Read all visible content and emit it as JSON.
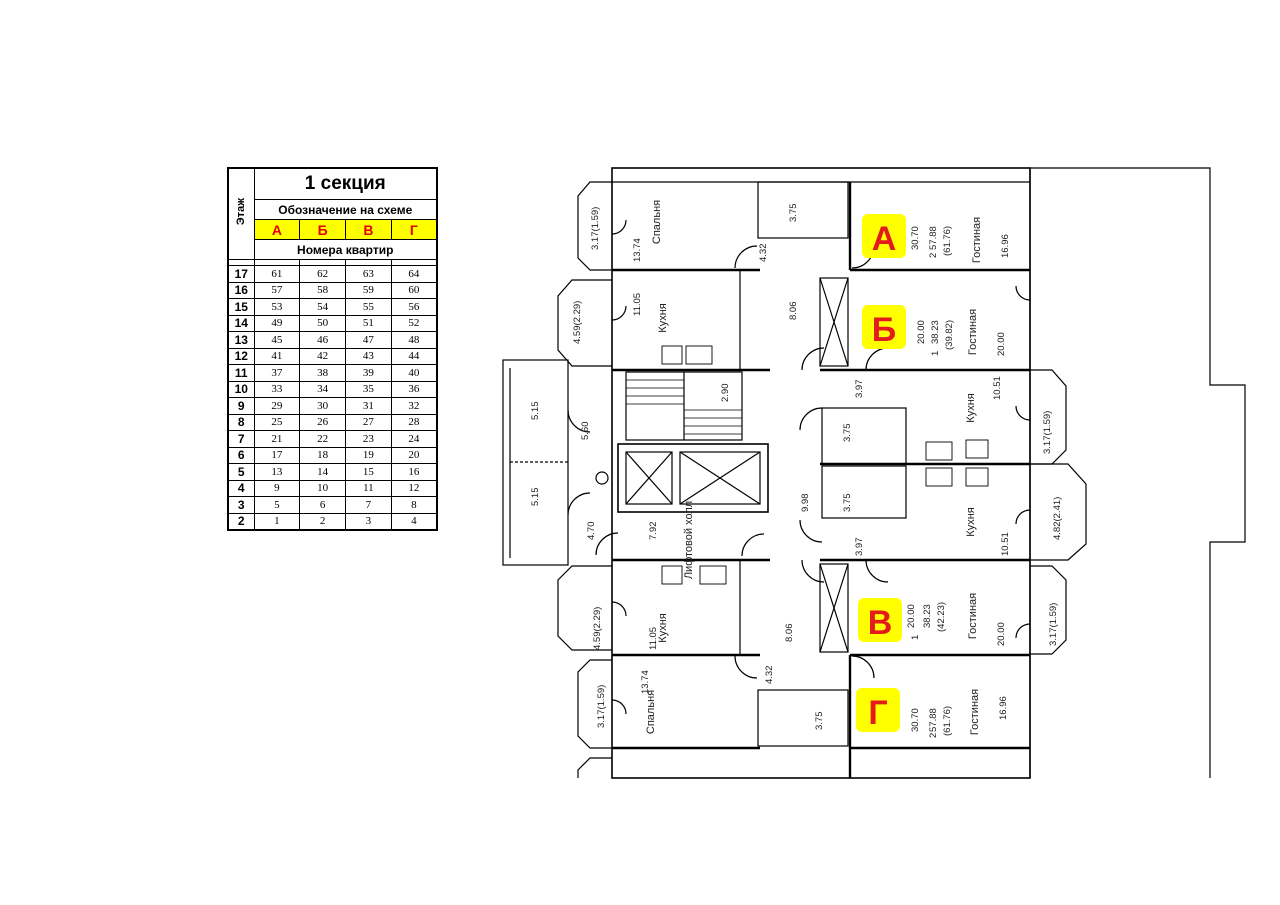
{
  "table": {
    "title": "1 секция",
    "floor_header": "Этаж",
    "designation_label": "Обозначение на схеме",
    "letters": [
      "А",
      "Б",
      "В",
      "Г"
    ],
    "numbers_label": "Номера квартир",
    "rows": [
      {
        "floor": "17",
        "apts": [
          "61",
          "62",
          "63",
          "64"
        ]
      },
      {
        "floor": "16",
        "apts": [
          "57",
          "58",
          "59",
          "60"
        ]
      },
      {
        "floor": "15",
        "apts": [
          "53",
          "54",
          "55",
          "56"
        ]
      },
      {
        "floor": "14",
        "apts": [
          "49",
          "50",
          "51",
          "52"
        ]
      },
      {
        "floor": "13",
        "apts": [
          "45",
          "46",
          "47",
          "48"
        ]
      },
      {
        "floor": "12",
        "apts": [
          "41",
          "42",
          "43",
          "44"
        ]
      },
      {
        "floor": "11",
        "apts": [
          "37",
          "38",
          "39",
          "40"
        ]
      },
      {
        "floor": "10",
        "apts": [
          "33",
          "34",
          "35",
          "36"
        ]
      },
      {
        "floor": "9",
        "apts": [
          "29",
          "30",
          "31",
          "32"
        ]
      },
      {
        "floor": "8",
        "apts": [
          "25",
          "26",
          "27",
          "28"
        ]
      },
      {
        "floor": "7",
        "apts": [
          "21",
          "22",
          "23",
          "24"
        ]
      },
      {
        "floor": "6",
        "apts": [
          "17",
          "18",
          "19",
          "20"
        ]
      },
      {
        "floor": "5",
        "apts": [
          "13",
          "14",
          "15",
          "16"
        ]
      },
      {
        "floor": "4",
        "apts": [
          "9",
          "10",
          "11",
          "12"
        ]
      },
      {
        "floor": "3",
        "apts": [
          "5",
          "6",
          "7",
          "8"
        ]
      },
      {
        "floor": "2",
        "apts": [
          "1",
          "2",
          "3",
          "4"
        ]
      }
    ]
  },
  "plan": {
    "markers": {
      "a": "А",
      "b": "Б",
      "v": "В",
      "g": "Г"
    },
    "marker_color": "#e31b1b",
    "highlight_color": "#ffff00",
    "rooms": {
      "bedroom": "Спальня",
      "kitchen": "Кухня",
      "living": "Гостиная",
      "hall": "Лифтовой холл"
    },
    "apt_a": {
      "rooms": "2",
      "living_area": "30.70",
      "total_area": "57.88",
      "area_with_balcony": "(61.76)",
      "living_room_area": "16.96"
    },
    "apt_b": {
      "rooms": "1",
      "living_area": "20.00",
      "total_area": "38.23",
      "area_with_balcony": "(39.82)",
      "living_room_area": "20.00"
    },
    "apt_v": {
      "rooms": "1",
      "living_area": "20.00",
      "total_area": "38.23",
      "area_with_balcony": "(42.23)",
      "living_room_area": "20.00"
    },
    "apt_g": {
      "rooms": "2",
      "living_area": "30.70",
      "total_area": "57.88",
      "area_with_balcony": "(61.76)",
      "living_room_area": "16.96"
    },
    "dims": {
      "bedroom_a": "13.74",
      "balcony_a": "3.17(1.59)",
      "bath_a": "3.75",
      "hall_a": "4.32",
      "kitchen_a": "11.05",
      "balcony_kitchen_a": "4.59(2.29)",
      "corridor_a": "8.06",
      "stair": "2.90",
      "loggia_top": "5.15",
      "loggia_mid": "5.60",
      "loggia_bottom": "5.15",
      "vestibule": "4.70",
      "lift_hall": "7.92",
      "corridor_center": "9.98",
      "hall_b": "3.97",
      "bath_b": "3.75",
      "kitchen_b": "10.51",
      "balcony_b": "3.17(1.59)",
      "bath_v": "3.75",
      "hall_v": "3.97",
      "kitchen_v": "10.51",
      "balcony_v_kitchen": "4.82(2.41)",
      "balcony_v": "3.17(1.59)",
      "kitchen_g": "11.05",
      "balcony_kitchen_g": "4.59(2.29)",
      "corridor_g": "8.06",
      "hall_g": "4.32",
      "bedroom_g": "13.74",
      "balcony_g": "3.17(1.59)",
      "bath_g": "3.75"
    }
  }
}
